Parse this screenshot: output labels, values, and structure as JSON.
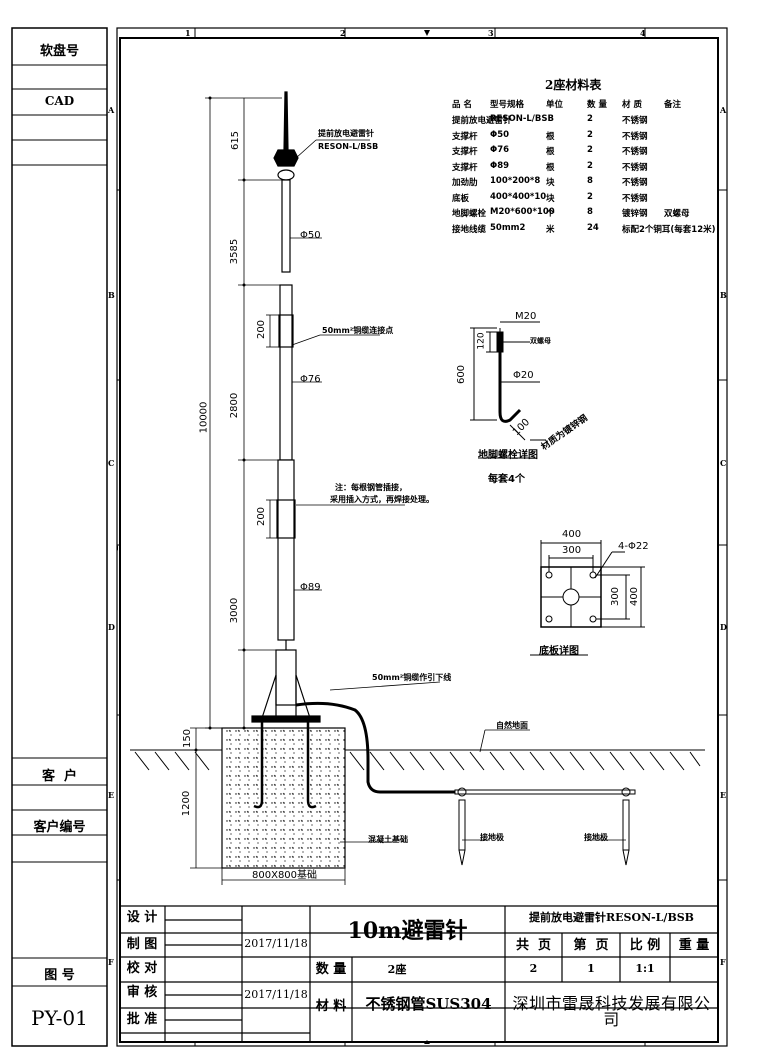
{
  "sidebar": {
    "software_label": "软盘号",
    "cad_label": "CAD",
    "client_label": "客  户",
    "client_no_label": "客户编号",
    "drawing_no_label": "图 号",
    "drawing_no": "PY-01"
  },
  "grid": {
    "top": [
      "1",
      "2",
      "3",
      "4"
    ],
    "side": [
      "A",
      "B",
      "C",
      "D",
      "E",
      "F"
    ]
  },
  "materials": {
    "title": "2座材料表",
    "headers": [
      "品  名",
      "型号规格",
      "单位",
      "数 量",
      "材 质",
      "备注"
    ],
    "rows": [
      [
        "提前放电避雷针",
        "RESON-L/BSB",
        "",
        "2",
        "不锈钢",
        ""
      ],
      [
        "支撑杆",
        "Φ50",
        "根",
        "2",
        "不锈钢",
        ""
      ],
      [
        "支撑杆",
        "Φ76",
        "根",
        "2",
        "不锈钢",
        ""
      ],
      [
        "支撑杆",
        "Φ89",
        "根",
        "2",
        "不锈钢",
        ""
      ],
      [
        "加劲肋",
        "100*200*8",
        "块",
        "8",
        "不锈钢",
        ""
      ],
      [
        "底板",
        "400*400*10",
        "块",
        "2",
        "不锈钢",
        ""
      ],
      [
        "地脚螺栓",
        "M20*600*100",
        "个",
        "8",
        "镀锌钢",
        "双螺母"
      ],
      [
        "接地线缆",
        "50mm2",
        "米",
        "24",
        "标配2个铜耳(每套12米)",
        ""
      ]
    ]
  },
  "dims": {
    "d615": "615",
    "d3585": "3585",
    "d10000": "10000",
    "d2800": "2800",
    "d3000": "3000",
    "d200a": "200",
    "d200b": "200",
    "d150": "150",
    "d1200": "1200",
    "phi50": "Φ50",
    "phi76": "Φ76",
    "phi89": "Φ89",
    "foundation": "800X800基础",
    "bolt_m20": "M20",
    "bolt_120": "120",
    "bolt_600": "600",
    "bolt_phi20": "Φ20",
    "bolt_100": "100",
    "plate_400": "400",
    "plate_300": "300",
    "plate_holes": "4-Φ22",
    "plate_300v": "300",
    "plate_400v": "400"
  },
  "labels": {
    "rod_name": "提前放电避雷针",
    "rod_model": "RESON-L/BSB",
    "cable_point": "50mm²铜缆连接点",
    "note1": "注：每根钢管插接，",
    "note2": "采用插入方式，再焊接处理。",
    "cable_down": "50mm²铜缆作引下线",
    "ground_surface": "自然地面",
    "concrete": "混凝土基础",
    "electrode1": "接地极",
    "electrode2": "接地极",
    "bolt_nut": "双螺母",
    "bolt_title": "地脚螺栓详图",
    "bolt_set": "每套4个",
    "bolt_mat": "材质为镀锌钢",
    "plate_title": "底板详图"
  },
  "titleblock": {
    "design": "设 计",
    "draw": "制 图",
    "check": "校 对",
    "review": "审 核",
    "approve": "批 准",
    "date1": "2017/11/18",
    "date2": "2017/11/18",
    "title": "10m避雷针",
    "qty_label": "数 量",
    "qty": "2座",
    "material_label": "材 料",
    "material": "不锈钢管SUS304",
    "product": "提前放电避雷针RESON-L/BSB",
    "sheets_label": "共  页",
    "sheet_label": "第  页",
    "scale_label": "比 例",
    "weight_label": "重 量",
    "sheets": "2",
    "sheet": "1",
    "scale": "1:1",
    "company": "深圳市雷晟科技发展有限公司"
  }
}
